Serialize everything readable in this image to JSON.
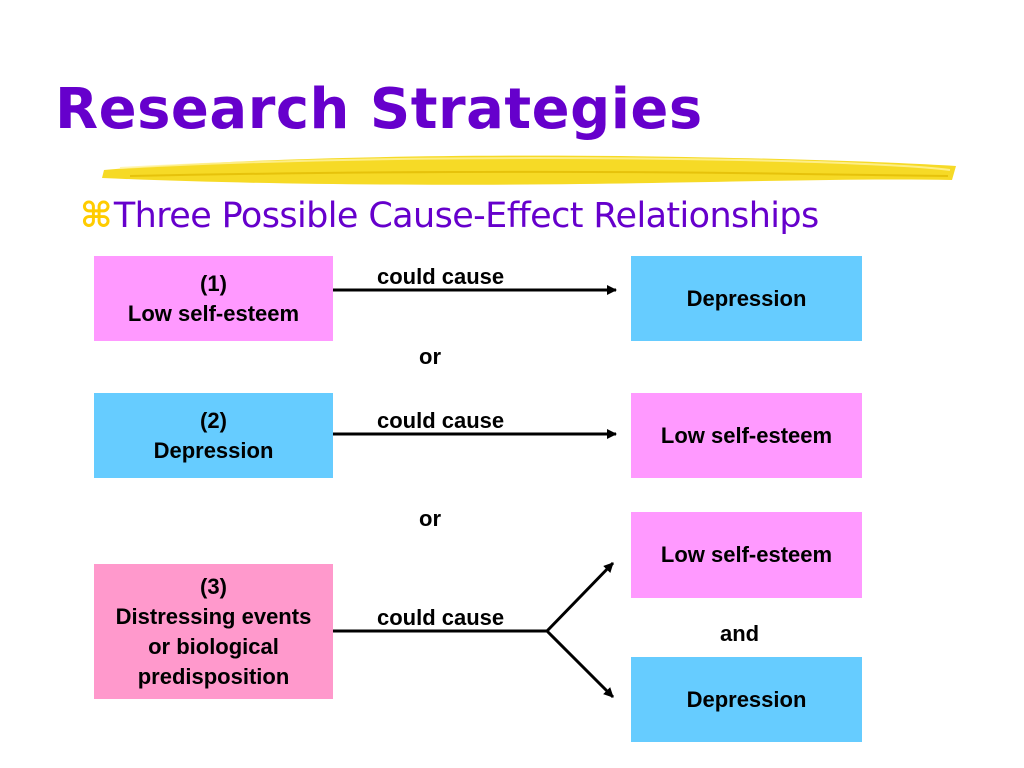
{
  "slide": {
    "title": "Research Strategies",
    "bullet_glyph": "⌘",
    "subtitle": "Three Possible Cause-Effect Relationships"
  },
  "relationships": [
    {
      "cause_number": "(1)",
      "cause_lines": [
        "Low self-esteem"
      ],
      "link_label": "could cause",
      "effects": [
        "Depression"
      ]
    },
    {
      "cause_number": "(2)",
      "cause_lines": [
        "Depression"
      ],
      "link_label": "could cause",
      "effects": [
        "Low self-esteem"
      ]
    },
    {
      "cause_number": "(3)",
      "cause_lines": [
        "Distressing events",
        "or biological",
        "predisposition"
      ],
      "link_label": "could cause",
      "effects": [
        "Low self-esteem",
        "Depression"
      ],
      "effects_joiner": "and"
    }
  ],
  "separator": "or",
  "colors": {
    "title": "#6600cc",
    "bullet": "#ffcc00",
    "highlight_swash": "#f5d400",
    "pink_box": "#ff99ff",
    "blue_box": "#66ccff",
    "rose_box": "#ff99cc"
  }
}
